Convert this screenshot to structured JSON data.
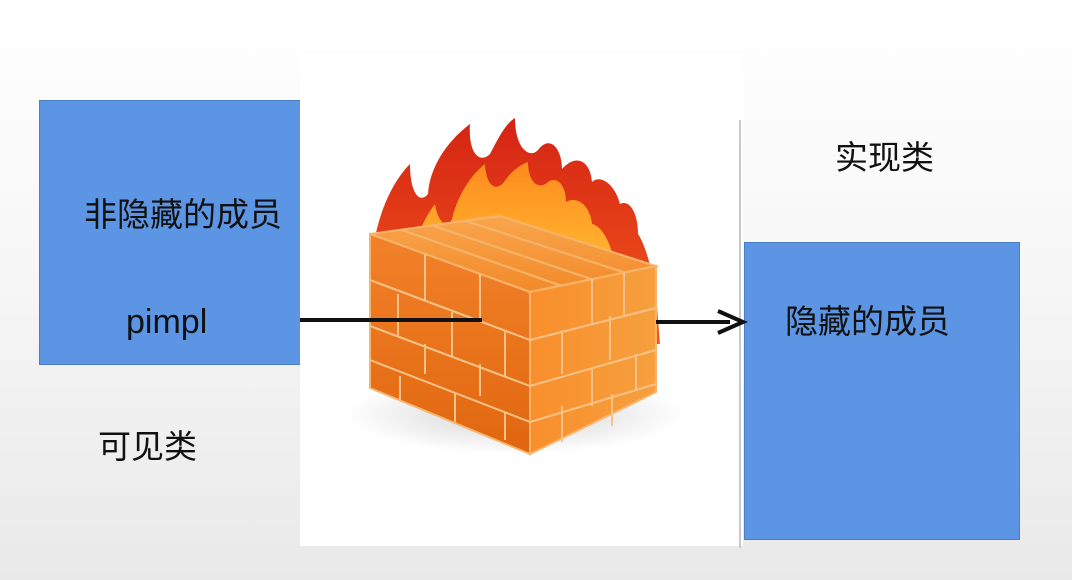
{
  "visible_class": {
    "member_label": "非隐藏的成员",
    "pointer_label": "pimpl",
    "caption": "可见类"
  },
  "impl_class": {
    "caption": "实现类",
    "member_label": "隐藏的成员"
  },
  "colors": {
    "box_fill": "#5b95e4",
    "brick": "#f07c1f",
    "flame_red": "#e8301c",
    "flame_yellow": "#ffc21a"
  },
  "icons": [
    "firewall-icon",
    "arrow-icon"
  ]
}
